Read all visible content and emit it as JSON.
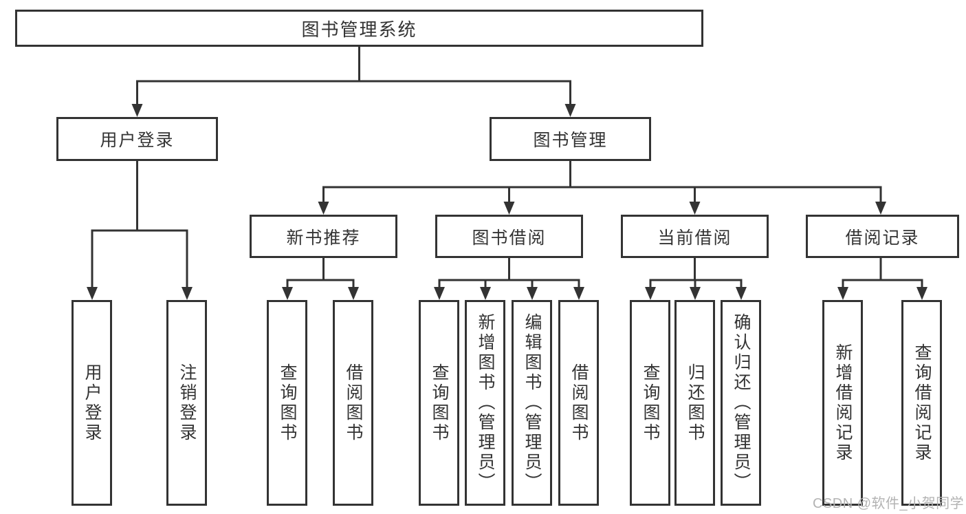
{
  "diagram": {
    "type": "hierarchy-tree",
    "root": {
      "label": "图书管理系统",
      "children": [
        {
          "label": "用户登录",
          "children": [
            {
              "label": "用户登录"
            },
            {
              "label": "注销登录"
            }
          ]
        },
        {
          "label": "图书管理",
          "children": [
            {
              "label": "新书推荐",
              "children": [
                {
                  "label": "查询图书"
                },
                {
                  "label": "借阅图书"
                }
              ]
            },
            {
              "label": "图书借阅",
              "children": [
                {
                  "label": "查询图书"
                },
                {
                  "label": "新增图书（管理员）"
                },
                {
                  "label": "编辑图书（管理员）"
                },
                {
                  "label": "借阅图书"
                }
              ]
            },
            {
              "label": "当前借阅",
              "children": [
                {
                  "label": "查询图书"
                },
                {
                  "label": "归还图书"
                },
                {
                  "label": "确认归还（管理员）"
                }
              ]
            },
            {
              "label": "借阅记录",
              "children": [
                {
                  "label": "新增借阅记录"
                },
                {
                  "label": "查询借阅记录"
                }
              ]
            }
          ]
        }
      ]
    }
  },
  "watermark": {
    "text": "CSDN @软件_小贺同学",
    "color": "#b3b3b3"
  },
  "colors": {
    "line": "#333333",
    "box_border": "#333333",
    "text": "#333333",
    "background": "#ffffff"
  }
}
